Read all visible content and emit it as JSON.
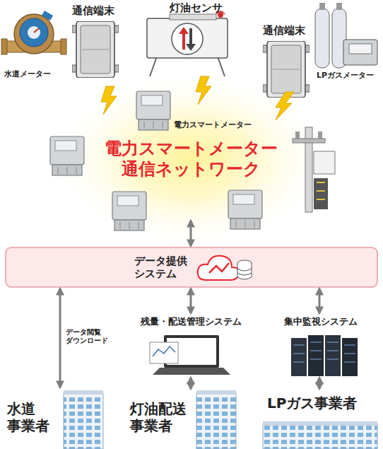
{
  "diagram": {
    "nodes": [
      {
        "text": [
          "通信端末"
        ]
      },
      {
        "text": [
          "灯油センサ"
        ]
      },
      {
        "text": [
          "通信端末"
        ]
      },
      {
        "text": [
          "電力スマートメーター 通信ネットワーク"
        ]
      },
      {
        "text": [
          "データ提供 システム"
        ]
      },
      {
        "text": [
          "残量・配送管理システム"
        ]
      },
      {
        "text": [
          "集中監視システム"
        ]
      },
      {
        "text": [
          "水道 事業者"
        ]
      },
      {
        "text": [
          "灯油配送 事業者"
        ]
      },
      {
        "text": [
          "LPガス事業者"
        ]
      }
    ],
    "edges": [
      {
        "from": 3,
        "to": 4,
        "arrow": "both"
      },
      {
        "from": 4,
        "to": 7,
        "arrow": "both",
        "label": "データ閲覧 ダウンロード"
      },
      {
        "from": 4,
        "to": 5,
        "arrow": "both"
      },
      {
        "from": 5,
        "to": 8,
        "arrow": "both"
      },
      {
        "from": 4,
        "to": 6,
        "arrow": "both"
      },
      {
        "from": 6,
        "to": 9,
        "arrow": "both"
      }
    ],
    "labels": [
      "水道メーター",
      "LPガスメーター",
      "電力スマートメーター"
    ]
  }
}
